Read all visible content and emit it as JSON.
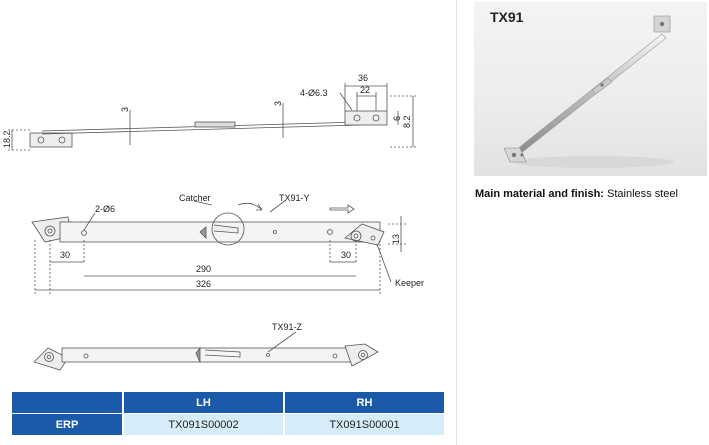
{
  "product": {
    "code": "TX91",
    "material_label": "Main material and finish:",
    "material_value": "Stainless steel"
  },
  "drawing": {
    "top_view_dims": [
      "36",
      "22",
      "4-Ø6.3",
      "3",
      "3",
      "6",
      "8.2",
      "18.2"
    ],
    "side_view_dims": [
      "2-Ø6",
      "30",
      "30",
      "290",
      "326",
      "13"
    ],
    "callouts": {
      "catcher": "Catcher",
      "right_part": "TX91-Y",
      "keeper": "Keeper",
      "left_part": "TX91-Z"
    }
  },
  "erp_table": {
    "headers": [
      "",
      "LH",
      "RH"
    ],
    "row_label": "ERP",
    "lh": "TX091S00002",
    "rh": "TX091S00001"
  },
  "colors": {
    "table_header": "#1a5aa8",
    "table_cell": "#d7ecf9"
  }
}
